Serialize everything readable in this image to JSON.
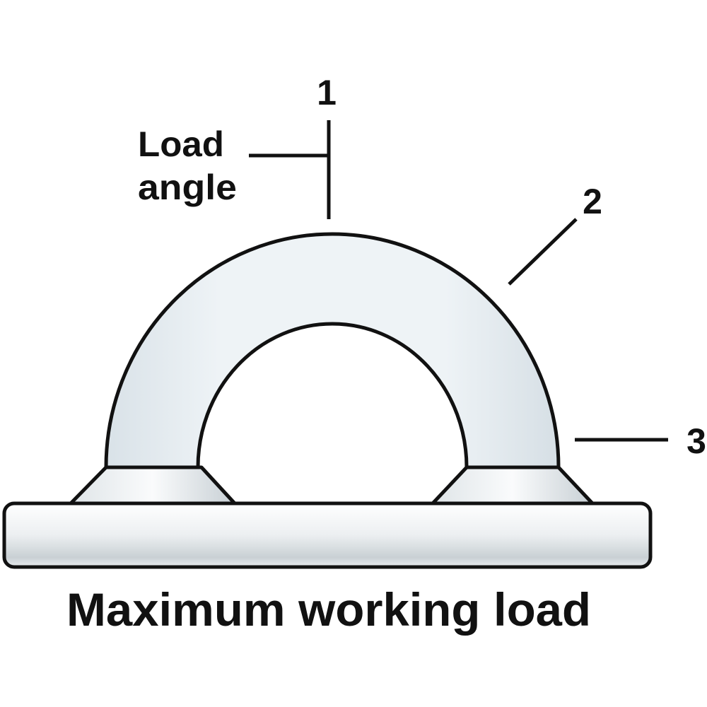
{
  "labels": {
    "callout_1": "1",
    "callout_2": "2",
    "callout_3": "3",
    "load_angle_line1": "Load",
    "load_angle_line2": "angle",
    "caption": "Maximum working load"
  },
  "colors": {
    "outline": "#111111",
    "metal_light": "#f4f7f9",
    "metal_mid": "#d8e0e5"
  }
}
